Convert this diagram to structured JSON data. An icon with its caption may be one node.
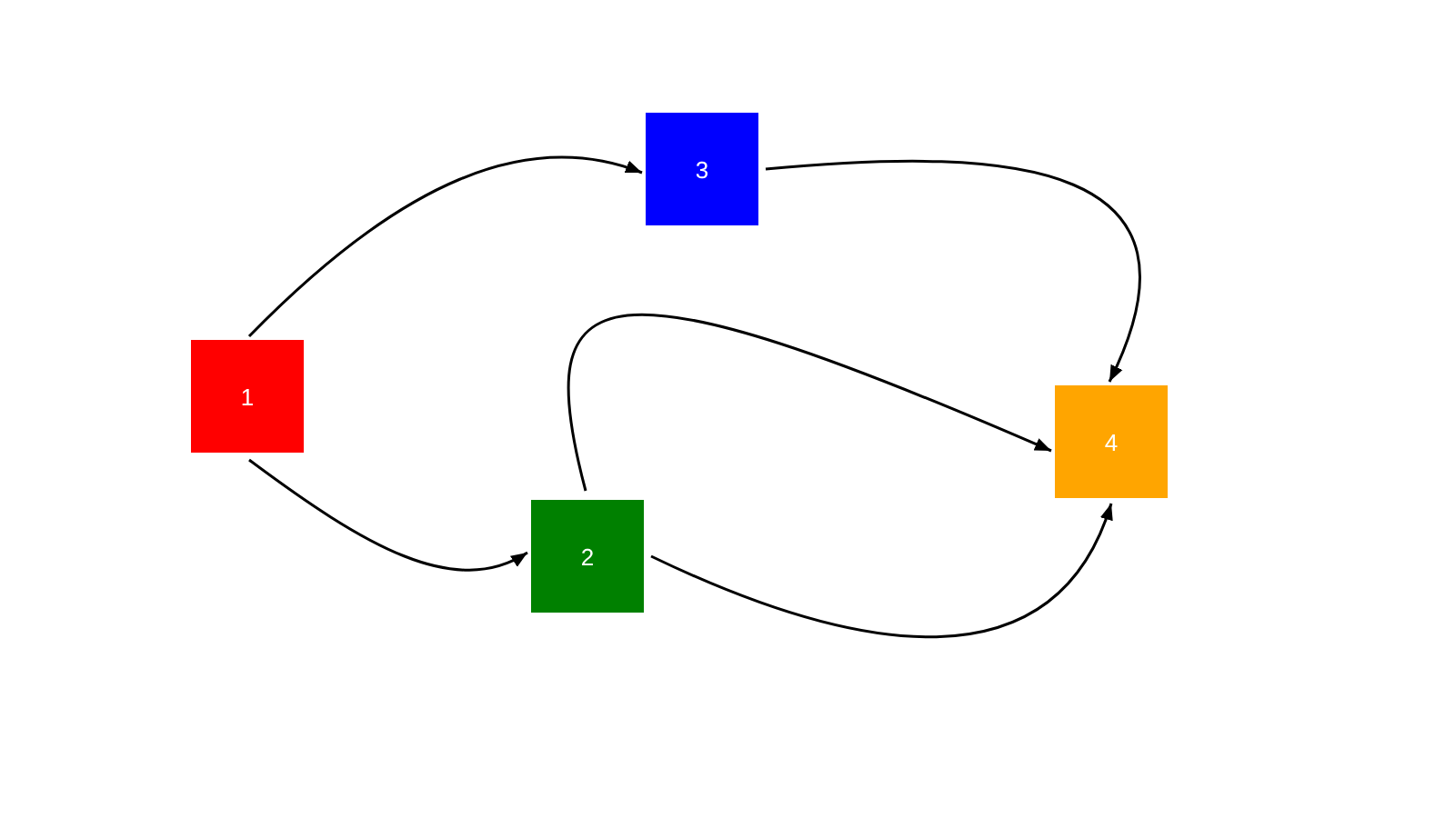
{
  "diagram": {
    "nodes": [
      {
        "text": [
          "1"
        ]
      },
      {
        "text": [
          "2"
        ]
      },
      {
        "text": [
          "3"
        ]
      },
      {
        "text": [
          "4"
        ]
      }
    ],
    "edges": [
      {
        "from": 0,
        "to": 2,
        "arrow": "to"
      },
      {
        "from": 0,
        "to": 1,
        "arrow": "to"
      },
      {
        "from": 2,
        "to": 3,
        "arrow": "to"
      },
      {
        "from": 1,
        "to": 3,
        "arrow": "to"
      },
      {
        "from": 1,
        "to": 3,
        "arrow": "to"
      }
    ]
  }
}
